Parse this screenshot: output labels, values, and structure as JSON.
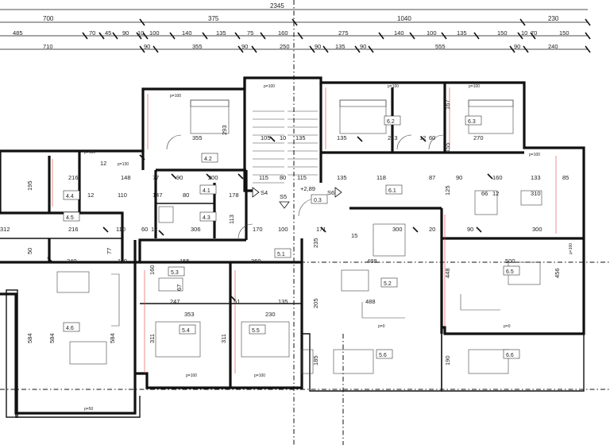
{
  "top_dimensions": {
    "row0": [
      "2345"
    ],
    "row1": [
      "700",
      "375",
      "1040",
      "230"
    ],
    "row2": [
      "485",
      "70",
      "45",
      "90",
      "10",
      "100",
      "140",
      "135",
      "75",
      "160",
      "275",
      "140",
      "100",
      "135",
      "150",
      "10",
      "70",
      "150"
    ],
    "row3": [
      "710",
      "90",
      "355",
      "90",
      "250",
      "90",
      "135",
      "90",
      "555",
      "90",
      "240"
    ]
  },
  "interior_dimensions": [
    "293",
    "355",
    "105",
    "10",
    "135",
    "135",
    "213",
    "12",
    "60",
    "270",
    "167",
    "155",
    "216",
    "148",
    "77",
    "90",
    "200",
    "115",
    "80",
    "115",
    "135",
    "118",
    "87",
    "90",
    "160",
    "133",
    "85",
    "195",
    "110",
    "147",
    "80",
    "178",
    "+2,89",
    "125",
    "66",
    "12",
    "310",
    "312",
    "216",
    "110",
    "60",
    "12",
    "306",
    "170",
    "100",
    "171",
    "300",
    "90",
    "300",
    "240",
    "110",
    "155",
    "360",
    "488",
    "500",
    "160",
    "247",
    "353",
    "135",
    "230",
    "488",
    "584",
    "584",
    "584",
    "311",
    "311",
    "185",
    "190",
    "205",
    "235",
    "448",
    "456",
    "12",
    "20",
    "67",
    "51",
    "15",
    "113",
    "12",
    "77",
    "50"
  ],
  "room_labels": [
    "4.2",
    "6.2",
    "6.3",
    "4.4",
    "4.1",
    "4.3",
    "4.5",
    "6.1",
    "0.3",
    "5.1",
    "5.3",
    "5.2",
    "6.5",
    "4.6",
    "5.4",
    "5.5",
    "5.6",
    "6.6"
  ],
  "floor_notes": [
    "p=100",
    "p=100",
    "p=100",
    "p=100",
    "p=130",
    "p=130",
    "p=100",
    "p=0",
    "p=0",
    "p=100",
    "p=100",
    "p=50",
    "p=100"
  ],
  "section_marks": [
    "S4",
    "S5",
    "S6"
  ],
  "colors": {
    "lines": "#111111",
    "accent_red": "#e04040",
    "paper": "#ffffff"
  }
}
